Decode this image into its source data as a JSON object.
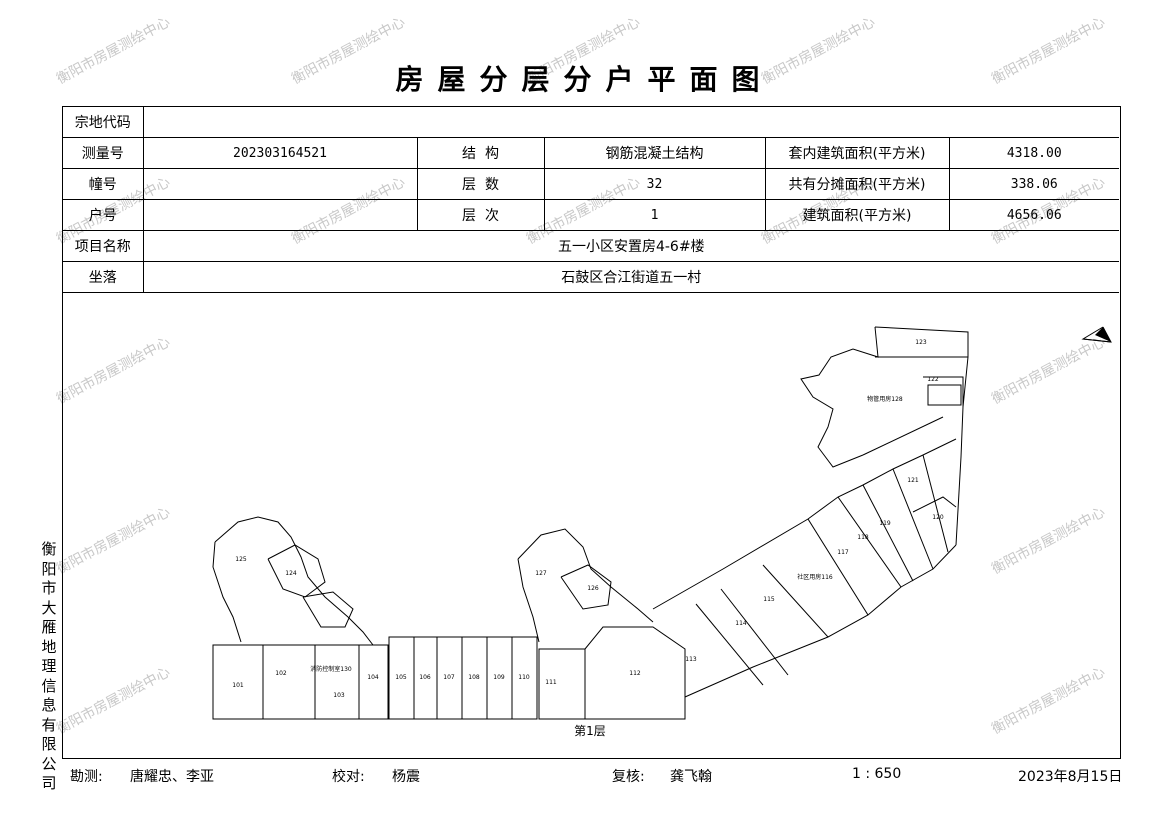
{
  "title": "房屋分层分户平面图",
  "info": {
    "parcel_code_label": "宗地代码",
    "parcel_code_value": "",
    "survey_no_label": "测量号",
    "survey_no_value": "202303164521",
    "structure_label": "结  构",
    "structure_value": "钢筋混凝土结构",
    "inner_area_label": "套内建筑面积(平方米)",
    "inner_area_value": "4318.00",
    "building_no_label": "幢号",
    "building_no_value": "",
    "floors_label": "层  数",
    "floors_value": "32",
    "shared_area_label": "共有分摊面积(平方米)",
    "shared_area_value": "338.06",
    "unit_no_label": "户号",
    "unit_no_value": "",
    "floor_label": "层  次",
    "floor_value": "1",
    "building_area_label": "建筑面积(平方米)",
    "building_area_value": "4656.06",
    "project_label": "项目名称",
    "project_value": "五一小区安置房4-6#楼",
    "location_label": "坐落",
    "location_value": "石鼓区合江街道五一村"
  },
  "plan": {
    "floor_caption": "第1层",
    "units": [
      "101",
      "102",
      "103",
      "104",
      "105",
      "106",
      "107",
      "108",
      "109",
      "110",
      "111",
      "112",
      "113",
      "114",
      "115",
      "117",
      "118",
      "119",
      "120",
      "121",
      "122",
      "123",
      "124",
      "125",
      "126",
      "127"
    ],
    "rooms": {
      "r130": "消防控制室130",
      "r116": "社区用房116",
      "r128": "物管用房128"
    }
  },
  "vertical_org": "衡阳市大雁地理信息有限公司",
  "watermark_text": "衡阳市房屋测绘中心",
  "footer": {
    "surveyor_label": "勘测:",
    "surveyor_value": "唐耀忠、李亚",
    "checker_label": "校对:",
    "checker_value": "杨震",
    "reviewer_label": "复核:",
    "reviewer_value": "龚飞翰",
    "scale": "1 : 650",
    "date": "2023年8月15日"
  }
}
